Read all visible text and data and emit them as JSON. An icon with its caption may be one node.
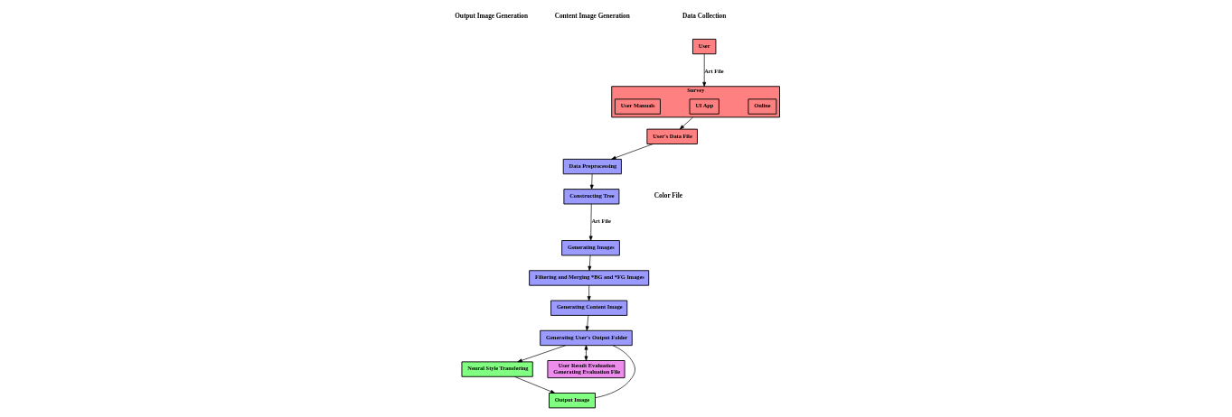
{
  "diagram": {
    "nodes": [
      {
        "text": [
          "User"
        ]
      },
      {
        "text": [
          "Survey"
        ]
      },
      {
        "text": [
          "User Manuals"
        ],
        "in": 1
      },
      {
        "text": [
          "UI App"
        ],
        "in": 1
      },
      {
        "text": [
          "Online"
        ],
        "in": 1
      },
      {
        "text": [
          "User's Data File"
        ]
      },
      {
        "text": [
          "Data Preprocessing"
        ]
      },
      {
        "text": [
          "Constructing Tree"
        ]
      },
      {
        "text": [
          "Generating Images"
        ]
      },
      {
        "text": [
          "Filtering and Merging *BG and *FG Images"
        ]
      },
      {
        "text": [
          "Generating Content Image"
        ]
      },
      {
        "text": [
          "Generating User's Output Folder"
        ]
      },
      {
        "text": [
          "Neural Style Transfering"
        ]
      },
      {
        "text": [
          "Output Image"
        ]
      },
      {
        "text": [
          "User Result Evaluation",
          "Generating Evaluation File"
        ]
      }
    ],
    "edges": [
      {
        "from": 0,
        "to": 1,
        "arrow": "to",
        "label": "Art File"
      },
      {
        "from": 1,
        "to": 5,
        "arrow": "to"
      },
      {
        "from": 5,
        "to": 6,
        "arrow": "to"
      },
      {
        "from": 6,
        "to": 7,
        "arrow": "to"
      },
      {
        "from": 7,
        "to": 8,
        "arrow": "to",
        "label": "Art File"
      },
      {
        "from": 8,
        "to": 9,
        "arrow": "to"
      },
      {
        "from": 9,
        "to": 10,
        "arrow": "to"
      },
      {
        "from": 10,
        "to": 11,
        "arrow": "to"
      },
      {
        "from": 11,
        "to": 12,
        "arrow": "to"
      },
      {
        "from": 12,
        "to": 13,
        "arrow": "to"
      },
      {
        "from": 13,
        "to": 11,
        "arrow": "none"
      },
      {
        "from": 11,
        "to": 14,
        "arrow": "both"
      }
    ],
    "labels": [
      "Data Collection",
      "Content Image Generation",
      "Output Image Generation",
      "Color File"
    ]
  }
}
